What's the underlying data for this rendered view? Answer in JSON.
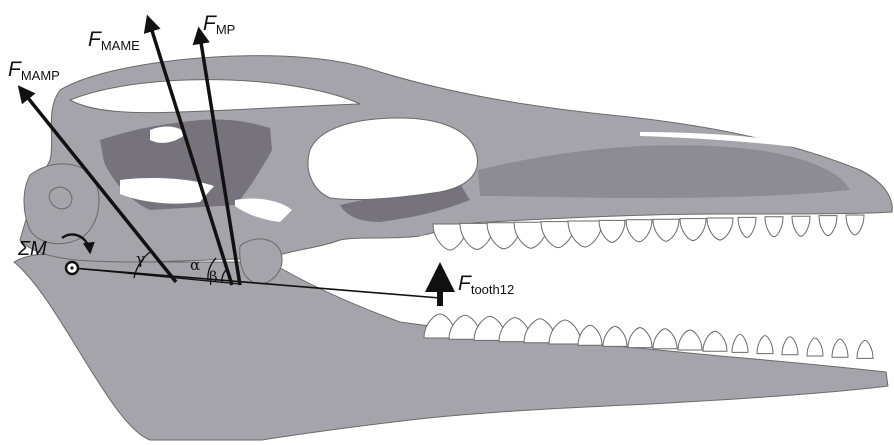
{
  "colors": {
    "bone": "#a4a4aa",
    "bone_dark": "#76737c",
    "outline": "#6a6a6a",
    "teeth": "#ffffff",
    "arrow": "#111111"
  },
  "forces": {
    "mamp": {
      "symbol": "F",
      "sub": "MAMP"
    },
    "mame": {
      "symbol": "F",
      "sub": "MAME"
    },
    "mp": {
      "symbol": "F",
      "sub": "MP"
    },
    "tooth": {
      "symbol": "F",
      "sub": "tooth12"
    }
  },
  "moment": {
    "label": "ΣM"
  },
  "angles": {
    "gamma": "γ",
    "alpha": "α",
    "beta": "β"
  }
}
